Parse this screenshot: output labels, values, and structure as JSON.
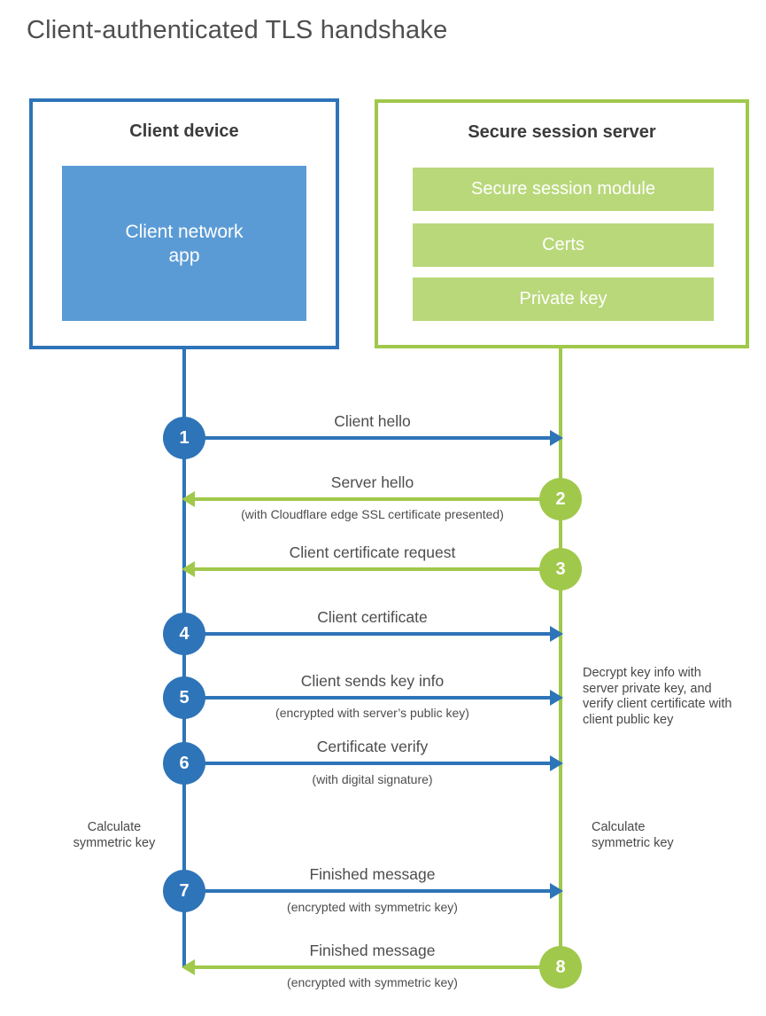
{
  "page": {
    "title": "Client-authenticated TLS handshake"
  },
  "client_box": {
    "title": "Client device",
    "app_label": "Client network app"
  },
  "server_box": {
    "title": "Secure session server",
    "modules": [
      "Secure session module",
      "Certs",
      "Private key"
    ]
  },
  "steps": [
    {
      "num": "1",
      "label": "Client hello",
      "direction": "client-to-server"
    },
    {
      "num": "2",
      "label": "Server hello",
      "sub": "(with Cloudflare edge SSL certificate presented)",
      "direction": "server-to-client"
    },
    {
      "num": "3",
      "label": "Client certificate request",
      "direction": "server-to-client"
    },
    {
      "num": "4",
      "label": "Client certificate",
      "direction": "client-to-server"
    },
    {
      "num": "5",
      "label": "Client sends key info",
      "sub": "(encrypted with server’s public key)",
      "direction": "client-to-server"
    },
    {
      "num": "6",
      "label": "Certificate verify",
      "sub": "(with digital signature)",
      "direction": "client-to-server"
    },
    {
      "num": "7",
      "label": "Finished message",
      "sub": "(encrypted with symmetric key)",
      "direction": "client-to-server"
    },
    {
      "num": "8",
      "label": "Finished message",
      "sub": "(encrypted with symmetric key)",
      "direction": "server-to-client"
    }
  ],
  "notes": {
    "decrypt": "Decrypt key info with server private key, and verify client certificate with client public key",
    "calc_left": "Calculate symmetric key",
    "calc_right": "Calculate symmetric key"
  },
  "colors": {
    "client_blue": "#2e74b8",
    "client_app_fill": "#5b9bd5",
    "server_green": "#a0c84b",
    "server_bar_fill": "#b9d87a"
  }
}
